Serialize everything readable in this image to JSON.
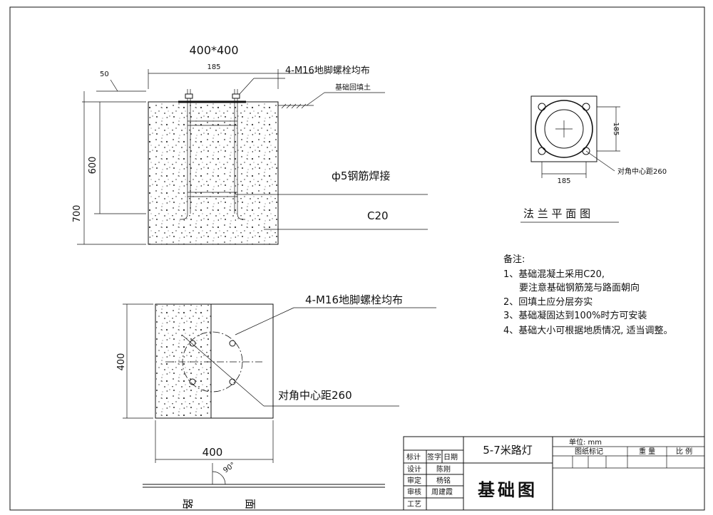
{
  "elevation": {
    "top_label": "400*400",
    "bolt_spacing": "185",
    "cover": "50",
    "depth_inner": "600",
    "depth_total": "700",
    "bolt_label": "4-M16地脚螺栓均布",
    "backfill_label": "基础回填土",
    "rebar_label": "ф5钢筋焊接",
    "concrete_label": "C20"
  },
  "flange": {
    "dim_h": "185",
    "dim_v": "185",
    "diag_label": "对角中心距260",
    "title": "法 兰 平 面 图"
  },
  "notes": {
    "heading": "备注:",
    "lines": [
      "1、基础混凝土采用C20,",
      "要注意基础钢筋笼与路面朝向",
      "2、回填土应分层夯实",
      "3、基础凝固达到100%时方可安装",
      "4、基础大小可根据地质情况, 适当调整。"
    ]
  },
  "plan": {
    "bolt_label": "4-M16地脚螺栓均布",
    "dim_side": "400",
    "dim_bottom": "400",
    "diag_label": "对角中心距260",
    "angle": "90°",
    "road_left": "路",
    "road_right": "面"
  },
  "title_block": {
    "project": "5-7米路灯",
    "drawing": "基础图",
    "unit": "单位: mm",
    "drawing_mark": "图纸标记",
    "weight": "重 量",
    "scale": "比 例",
    "col_mark": "标计",
    "col_sign": "签字",
    "col_date": "日期",
    "roles": [
      "设计",
      "审定",
      "审核",
      "工艺"
    ],
    "names": [
      "陈刚",
      "杨铭",
      "周建霞",
      ""
    ]
  }
}
